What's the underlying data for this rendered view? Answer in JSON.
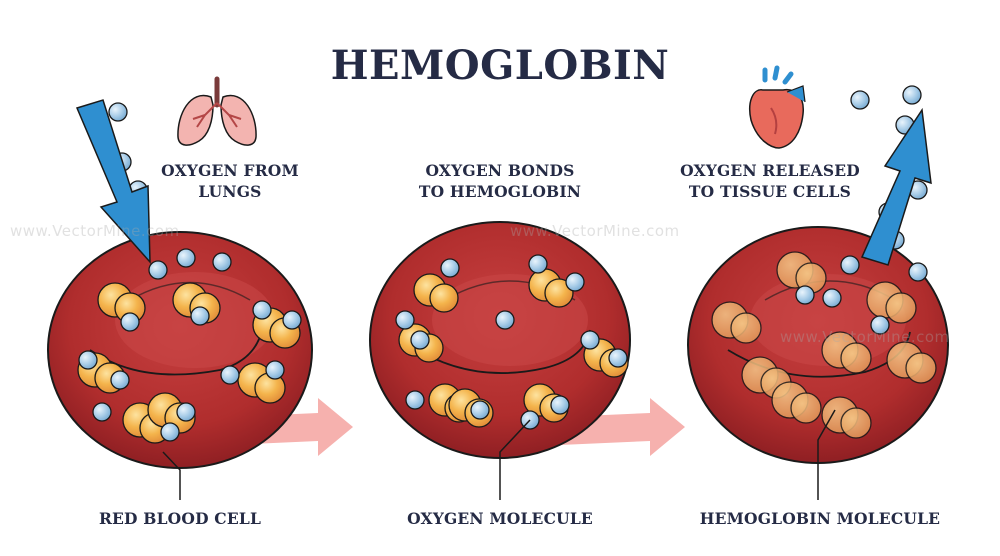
{
  "title": "HEMOGLOBIN",
  "steps": [
    {
      "line1": "OXYGEN FROM",
      "line2": "LUNGS"
    },
    {
      "line1": "OXYGEN BONDS",
      "line2": "TO HEMOGLOBIN"
    },
    {
      "line1": "OXYGEN RELEASED",
      "line2": "TO TISSUE CELLS"
    }
  ],
  "bottom_labels": {
    "red_blood_cell": "RED BLOOD CELL",
    "oxygen_molecule": "OXYGEN MOLECULE",
    "hemoglobin_molecule": "HEMOGLOBIN MOLECULE"
  },
  "watermark": "www.VectorMine.com",
  "colors": {
    "title": "#252b45",
    "cell": "#b5302f",
    "cell_dark": "#8a1e22",
    "hemoglobin": "#f2b049",
    "oxygen": "#a9cde8",
    "blue_arrow": "#2f8fd0",
    "pink_arrow": "#f6b1ae"
  }
}
